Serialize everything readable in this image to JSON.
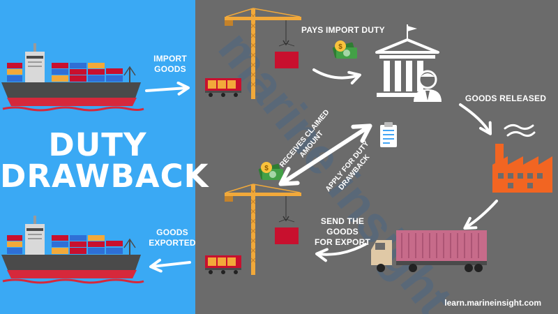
{
  "title": {
    "line1": "DUTY",
    "line2": "DRAWBACK"
  },
  "labels": {
    "import_goods": [
      "IMPORT",
      "GOODS"
    ],
    "pays_import_duty": "PAYS IMPORT DUTY",
    "goods_released": "GOODS RELEASED",
    "receives_claimed_amount": [
      "RECEIVES CLAIMED",
      "AMOUNT"
    ],
    "apply_for_duty_drawback": [
      "APPLY FOR DUTY",
      "DRAWBACK"
    ],
    "send_goods_for_export": [
      "SEND THE GOODS",
      "FOR EXPORT"
    ],
    "goods_exported": [
      "GOODS",
      "EXPORTED"
    ]
  },
  "watermark": "marine insight",
  "footer": "learn.marineinsight.com",
  "colors": {
    "left_panel": "#3aa9f4",
    "right_panel": "#6b6b6b",
    "crane": "#f2a93a",
    "factory": "#f26522",
    "container_red": "#c8102e",
    "truck_container": "#c76b8a",
    "ship_hull": "#4a4a4a",
    "ship_bottom": "#d6283b"
  },
  "icons": [
    "cargo-ship-icon",
    "crane-icon",
    "customs-building-icon",
    "officer-icon",
    "money-icon",
    "factory-icon",
    "truck-icon",
    "clipboard-icon"
  ]
}
